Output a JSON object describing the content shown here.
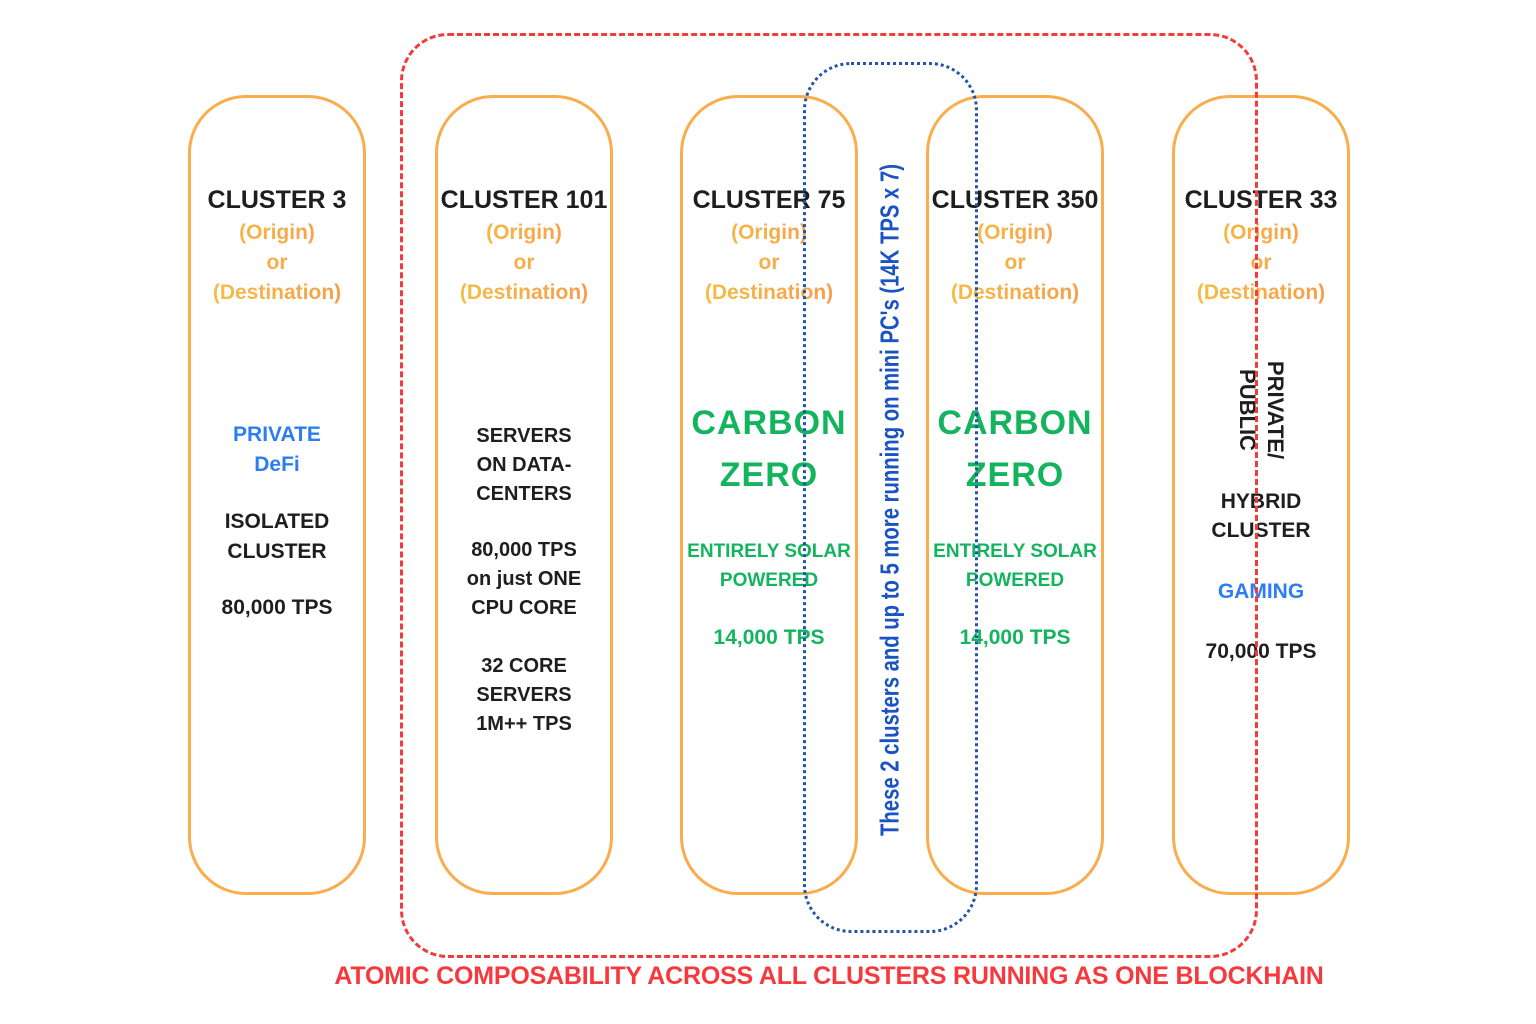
{
  "colors": {
    "cluster_border_orange": "#FAAD4D",
    "header_gradient_gold": "#F4C443",
    "header_gradient_orange": "#F8964E",
    "text_black": "#1E1E1E",
    "accent_blue": "#2D7DF2",
    "accent_green": "#14B45F",
    "note_blue": "#1A53C4",
    "dotted_boundary_blue": "#2355A4",
    "dashed_boundary_red": "#F23B3B",
    "label_red": "#F6393C"
  },
  "clusters": [
    {
      "title": "CLUSTER 3",
      "origin": "(Origin)",
      "or_label": "or",
      "destination": "(Destination)",
      "tag_line1": "PRIVATE",
      "tag_line2": "DeFi",
      "desc_line1": "ISOLATED",
      "desc_line2": "CLUSTER",
      "tps": "80,000 TPS"
    },
    {
      "title": "CLUSTER 101",
      "origin": "(Origin)",
      "or_label": "or",
      "destination": "(Destination)",
      "block1_line1": "SERVERS",
      "block1_line2": "ON DATA-",
      "block1_line3": "CENTERS",
      "block2_line1": "80,000 TPS",
      "block2_line2": "on just ONE",
      "block2_line3": "CPU CORE",
      "block3_line1": "32 CORE",
      "block3_line2": "SERVERS",
      "block3_line3": "1M++ TPS"
    },
    {
      "title": "CLUSTER 75",
      "origin": "(Origin)",
      "or_label": "or",
      "destination": "(Destination)",
      "big_line1": "CARBON",
      "big_line2": "ZERO",
      "solar_line1": "ENTIRELY SOLAR",
      "solar_line2": "POWERED",
      "tps": "14,000 TPS"
    },
    {
      "title": "CLUSTER 350",
      "origin": "(Origin)",
      "or_label": "or",
      "destination": "(Destination)",
      "big_line1": "CARBON",
      "big_line2": "ZERO",
      "solar_line1": "ENTIRELY SOLAR",
      "solar_line2": "POWERED",
      "tps": "14,000 TPS"
    },
    {
      "title": "CLUSTER 33",
      "origin": "(Origin)",
      "or_label": "or",
      "destination": "(Destination)",
      "rotated_line1": "PRIVATE/",
      "rotated_line2": "PUBLIC",
      "desc_line1": "HYBRID",
      "desc_line2": "CLUSTER",
      "tag": "GAMING",
      "tps": "70,000 TPS"
    }
  ],
  "annotations": {
    "mini_pc_note": "These 2 clusters and up to 5 more running on mini PC's (14K TPS x 7)",
    "atomic_label": "ATOMIC COMPOSABILITY ACROSS ALL CLUSTERS RUNNING AS ONE BLOCKHAIN"
  }
}
